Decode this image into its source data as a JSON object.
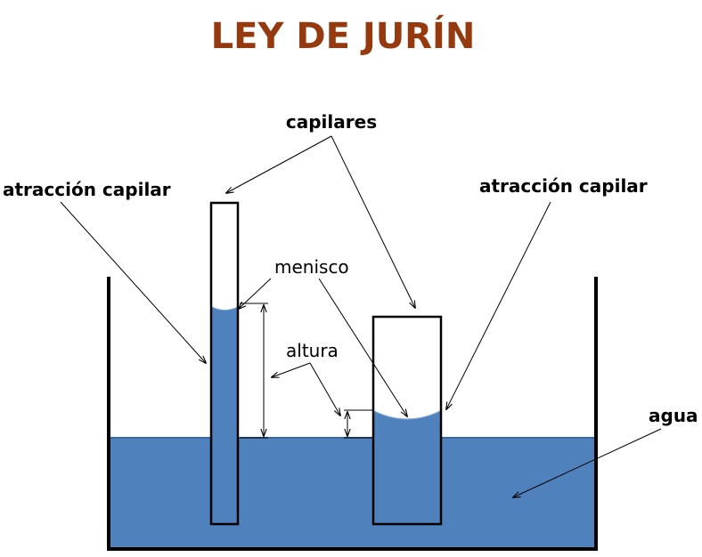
{
  "title": "LEY DE JURÍN",
  "labels": {
    "capilares": "capilares",
    "atraccion_left": "atracción capilar",
    "atraccion_right": "atracción capilar",
    "menisco": "menisco",
    "altura": "altura",
    "agua": "agua"
  },
  "colors": {
    "title": "#953a0f",
    "water": "#4f81bd",
    "water_surface": "#3a6aa3",
    "outline": "#000000"
  }
}
